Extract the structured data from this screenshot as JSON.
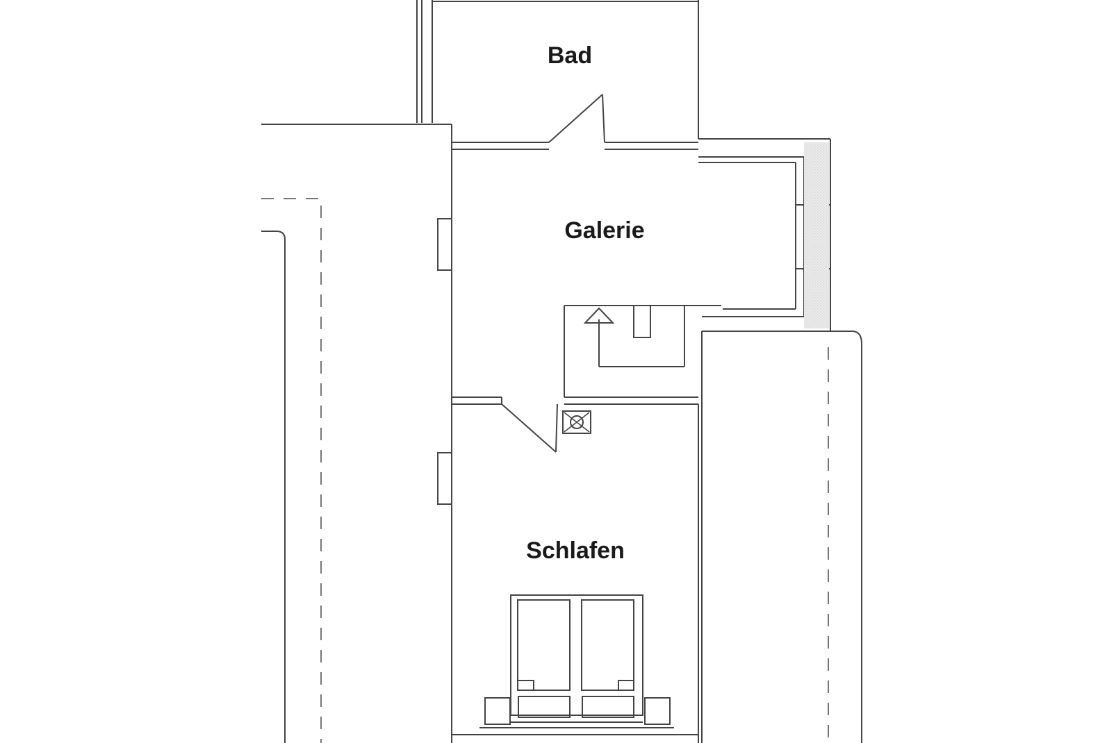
{
  "floor_plan": {
    "rooms": [
      {
        "id": "bad",
        "label": "Bad"
      },
      {
        "id": "galerie",
        "label": "Galerie"
      },
      {
        "id": "schlafen",
        "label": "Schlafen"
      }
    ],
    "colors": {
      "line": "#444444",
      "light_line": "#8a8a8a",
      "hatch": "#c8c8c8",
      "text": "#1a1a1a",
      "background": "#ffffff"
    },
    "icons": [
      "stair-arrow-icon",
      "chimney-icon",
      "door-swing-icon",
      "double-bed-icon"
    ]
  }
}
